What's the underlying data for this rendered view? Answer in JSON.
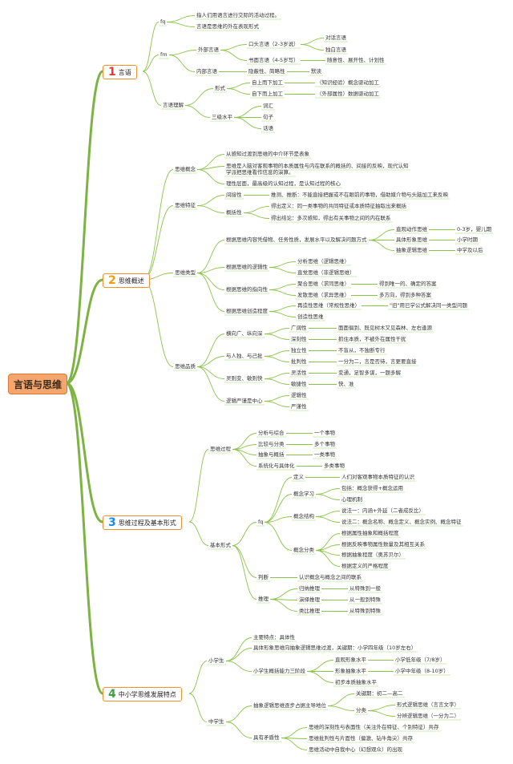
{
  "root": "言语与思维",
  "topics": [
    {
      "num": "1",
      "label": "言语",
      "color": "#e53935"
    },
    {
      "num": "2",
      "label": "思维概述",
      "color": "#f39c12"
    },
    {
      "num": "3",
      "label": "思维过程及基本形式",
      "color": "#1e88e5"
    },
    {
      "num": "4",
      "label": "中小学思维发展特点",
      "color": "#43a047"
    }
  ],
  "n": {
    "fq1": "fq",
    "fq1_a": "指人们用语言进行交际的活动过程。",
    "fq1_b": "言语是思维的外在表现形式",
    "fm": "fm",
    "wbyy": "外部言语",
    "ktyy": "口头言语（2-3岁说）",
    "dhyy": "对话言语",
    "dbyy": "独白言语",
    "smyy": "书面言语（4-5岁写）",
    "smyy_d": "随意性、展开性、计划性",
    "nbyy": "内部言语",
    "nbyy_a": "隐蔽性、简略性",
    "nbyy_b": "默读",
    "yylj": "言语理解",
    "xs": "形式",
    "zsxs": "自上而下加工",
    "zsxs_d": "（知识经验）概念驱动加工",
    "zxss": "自下而上加工",
    "zxss_d": "（外部属性）数据驱动加工",
    "sjsp": "三级水平",
    "ch": "词汇",
    "jz": "句子",
    "hy": "话语",
    "swgn": "思维概念",
    "swgn_a": "从感知过渡到思维的中介环节是表象",
    "swgn_b1": "思维是人脑对客观事物的本质属性与内在联系的概括的、间接的反映，现代认知",
    "swgn_b2": "学派把思维看作信息的演算。",
    "swgn_c": "理性层面，最高级的认知过程，是认知过程的核心",
    "swtz": "思维特征",
    "jjx": "间接性",
    "jjx_d": "推测、推断：不能直接把握或不在眼前的事物，借助媒介物与头脑加工来反映",
    "gkx": "概括性",
    "gkx_a": "得出定义：同一类事物的共同特征或本质特征抽取出来概括",
    "gkx_b": "得出结论：多次感知，得出有关事物之间的内在联系",
    "swlx": "思维类型",
    "lx1": "根据思维内容凭借物、任务性质，发展水平以及解决问题方式",
    "zgdz": "直观动作思维",
    "zgdz_d": "0-3岁，婴儿期",
    "jtxx": "具体形象思维",
    "jtxx_d": "小学时期",
    "cxlj": "抽象逻辑思维",
    "cxlj_d": "中学及以后",
    "lx2": "根据思维的逻辑性",
    "fxsw": "分析思维（逻辑思维）",
    "zjsw": "直觉思维（非逻辑思维）",
    "lx3": "根据思维的指向性",
    "jhsw": "聚合思维（求同思维）",
    "jhsw_d": "得到唯一的、确定的答案",
    "fssw": "发散思维（求异思维）",
    "fssw_d": "多方向，得到多种答案",
    "lx4": "根据思维创造程度",
    "zzsw": "再造性思维（常规性思维）",
    "zzsw_d": "\"旧\"用已学公式解决同一类型问题",
    "czsw": "创造性思维",
    "swpz": "思维品质",
    "hxg": "横向广、纵向深",
    "gkx2": "广阔性",
    "gkx2_d": "面面俱到、既见树木又见森林、左右逢源",
    "sks": "深刻性",
    "sks_d": "抓住本质，不被外在属性干扰",
    "yrd": "与人独、与己批",
    "dlx": "独立性",
    "dlx_d": "不盲从，不独断专行",
    "ppx": "批判性",
    "ppx_d": "一分为二，言是否待，言更要直接",
    "lhb": "灵则变、敏则快",
    "lhx": "灵活性",
    "lhx_d": "变通，足智多谋，一题多解",
    "mjx": "敏捷性",
    "mjx_d": "快、准",
    "ljyj": "逻辑严谨是中心",
    "ljx": "逻辑性",
    "yjx": "严谨性",
    "swgc": "思维过程",
    "fxzh": "分析与综合",
    "fxzh_d": "一个事物",
    "bjfl": "比较与分类",
    "bjfl_d": "多个事物",
    "cxgk": "抽象与概括",
    "cxgk_d": "一类事物",
    "xtjt": "系统化与具体化",
    "xtjt_d": "多类事物",
    "jbxs": "基本形式",
    "fq3": "fq",
    "dy": "定义",
    "dy_d": "人们对客观事物本质特征的认识",
    "gnxx": "概念学习",
    "gnxx_a": "包括：概念获得+概念运用",
    "gnxx_b": "心理机制",
    "gnjg": "概念结构",
    "gnjg_a": "说法一：内涵+外延（二者成反比）",
    "gnjg_b": "说法二：概念名称、概念定义、概念实例、概念特征",
    "gnfl": "概念分类",
    "gnfl_a": "根据属性抽象和概括程度",
    "gnfl_b": "根据反映事物属性数量及其相互关系",
    "gnfl_c": "根据抽象程度（奥苏贝尔）",
    "gnfl_d": "根据定义的严格程度",
    "pd": "判断",
    "pd_d": "认识概念与概念之间的联系",
    "tl": "推理",
    "gntl": "归纳推理",
    "gntl_d": "从特殊到一般",
    "yytl": "演绎推理",
    "yytl_d": "从一般到特殊",
    "lbtl": "类比推理",
    "lbtl_d": "从特殊到特殊",
    "xxs": "小学生",
    "zytd": "主要特点：具体性",
    "jtxg": "具体形象思维向抽象逻辑思维过渡，关键期：小学四年级（10岁左右）",
    "gkjd": "小学生概括能力三阶段",
    "zgxx": "直观形象水平",
    "zgxx_d": "小学低年级（7/8岁）",
    "xxcx": "形象抽象水平",
    "xxcx_d": "小学中年级（8-10岁）",
    "cbcx": "初步本质抽象水平",
    "zxs": "中学生",
    "cxzd": "抽象逻辑思维逐步占据主导地位",
    "gjq": "关键期：初二—高二",
    "fl": "分类",
    "xslj": "形式逻辑思维（言言文字）",
    "bzlj": "分辨逻辑思维（一分为二）",
    "jymd": "具有矛盾性",
    "md1": "思维的深刻性与表面性（关注外在特征、个别特征）共存",
    "md2": "思维批判性与片面性（偏激、钻牛角尖）共存",
    "md3": "思维活动中自我中心（幻想观众）的出现"
  }
}
